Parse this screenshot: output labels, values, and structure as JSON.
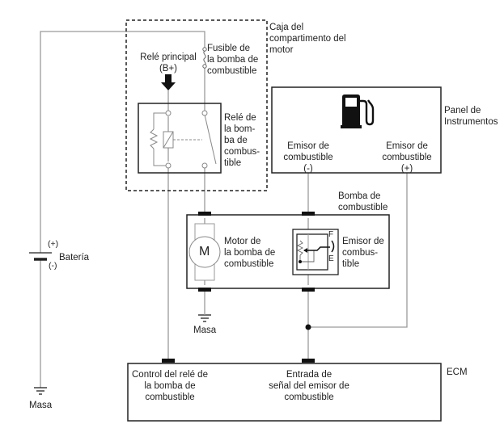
{
  "title": "Fuel pump and fuel sender circuit diagram",
  "components": {
    "engine_box": {
      "label": "Caja del\ncompartimento del\nmotor"
    },
    "main_relay": {
      "label": "Relé principal\n(B+)"
    },
    "fuse": {
      "label": "Fusible de\nla bomba de\ncombustible"
    },
    "pump_relay": {
      "label": "Relé de\nla bom-\nba de\ncombus-\ntible"
    },
    "instrument_panel": {
      "label": "Panel de\nInstrumentos",
      "icon": "fuel-pump-icon",
      "sender_neg": "Emisor de\ncombustible\n(-)",
      "sender_pos": "Emisor de\ncombustible\n(+)"
    },
    "fuel_pump": {
      "label": "Bomba de\ncombustible",
      "motor_label": "Motor de\nla bomba de\ncombustible",
      "motor_symbol": "M",
      "sender_label": "Emisor de\ncombus-\ntible",
      "sender_full": "F",
      "sender_empty": "E"
    },
    "battery": {
      "label": "Batería",
      "pos": "(+)",
      "neg": "(-)"
    },
    "ground_battery": {
      "label": "Masa"
    },
    "ground_pump": {
      "label": "Masa"
    },
    "ecm": {
      "label": "ECM",
      "pin_relay_control": "Control del relé de\nla bomba de\ncombustible",
      "pin_sender_input": "Entrada de\nseñal del emisor de\ncombustible"
    }
  },
  "colors": {
    "wire": "#999999",
    "box": "#222222",
    "connector": "#111111"
  }
}
